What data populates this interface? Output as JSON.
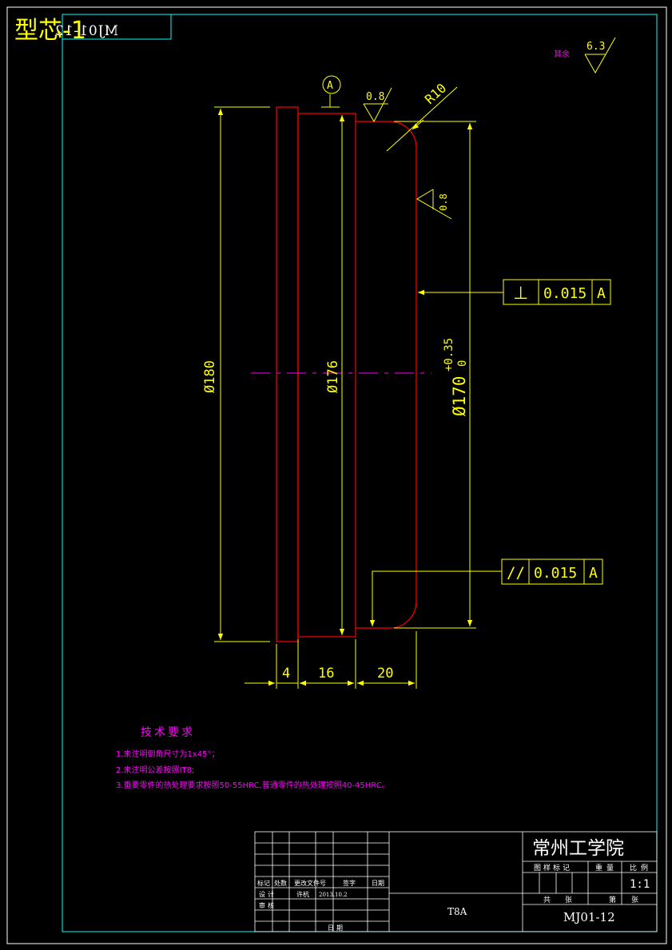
{
  "sheet": {
    "title_stamp": "型芯-1",
    "mirrored_code": "MJ01-12"
  },
  "surface_finish": {
    "rest_label": "其余",
    "rest_value": "6.3",
    "top_value": "0.8",
    "side_value": "0.8"
  },
  "dimensions": {
    "radius": "R10",
    "datum_letter": "A",
    "dia_180": "Ø180",
    "dia_176": "Ø176",
    "dia_170": "Ø170",
    "tol_upper": "+0.35",
    "tol_lower": "0",
    "len_4": "4",
    "len_16": "16",
    "len_20": "20"
  },
  "tolerance_frames": {
    "perpendicularity": {
      "symbol": "⊥",
      "value": "0.015",
      "datum": "A"
    },
    "parallelism": {
      "symbol": "//",
      "value": "0.015",
      "datum": "A"
    }
  },
  "notes": {
    "heading": "技术要求",
    "items": [
      "1.未注明倒角尺寸为1x45°；",
      "2.未注明公差按照IT8;",
      "3.重要零件的热处理要求按照50-55HRC,普通零件的热处理按照40-45HRC。"
    ]
  },
  "title_block": {
    "school": "常州工学院",
    "material": "T8A",
    "drawing_number": "MJ01-12",
    "scale_value": "1:1",
    "header_stage": "图样标记",
    "header_weight": "重量",
    "header_scale": "比例",
    "sheets_total": "共",
    "sheet_label": "张",
    "sheet_no_label": "第",
    "rev_mark": "标记",
    "rev_count": "处数",
    "rev_doc": "更改文件号",
    "rev_sign": "签字",
    "rev_date": "日期",
    "designer_label": "设计",
    "designer_name": "许杭",
    "design_date": "2013.10.2",
    "review_label": "审核",
    "date_label": "日期"
  },
  "colors": {
    "background": "#000000",
    "border": "#ffffff",
    "frame": "#00ffff",
    "part": "#ff0000",
    "dimension": "#ffff00",
    "centerline": "#ff00ff",
    "notes": "#ff00ff"
  }
}
